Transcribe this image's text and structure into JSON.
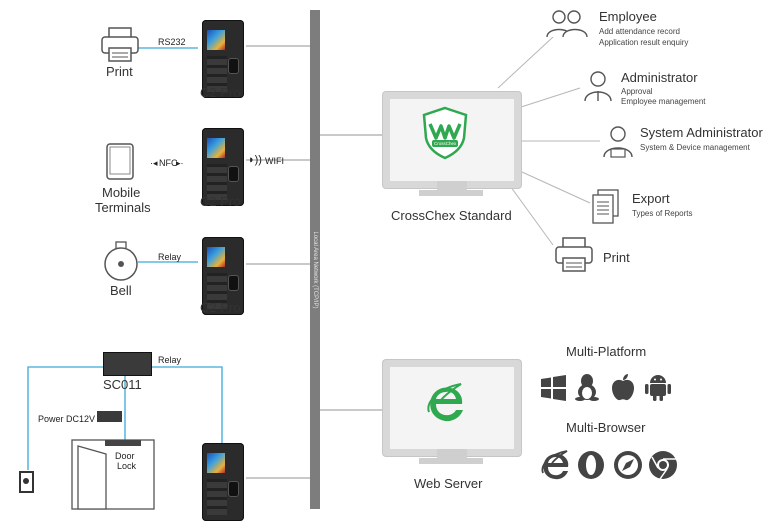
{
  "network": {
    "label": "Local Area Network (TCP/IP)"
  },
  "left_side": {
    "print": {
      "label": "Print",
      "link": "RS232"
    },
    "c2pro_1": {
      "label": "C2 Pro"
    },
    "mobile": {
      "label_line1": "Mobile",
      "label_line2": "Terminals",
      "link": "NFC",
      "wifi": "WIFI"
    },
    "c2pro_2": {
      "label": "C2 Pro"
    },
    "bell": {
      "label": "Bell",
      "link": "Relay"
    },
    "c2pro_3": {
      "label": "C2 Pro"
    },
    "sc011": {
      "label": "SC011",
      "link": "Relay",
      "power": "Power DC12V",
      "door_line1": "Door",
      "door_line2": "Lock"
    }
  },
  "crosschex": {
    "label": "CrossChex Standard",
    "logo_text": "CrossChex",
    "roles": [
      {
        "title": "Employee",
        "line1": "Add attendance record",
        "line2": "Application result enquiry"
      },
      {
        "title": "Administrator",
        "line1": "Approval",
        "line2": "Employee management"
      },
      {
        "title": "System Administrator",
        "line1": "System & Device management"
      },
      {
        "title": "Export",
        "line1": "Types of Reports"
      },
      {
        "title": "Print"
      }
    ]
  },
  "webserver": {
    "label": "Web Server",
    "multi_platform": "Multi-Platform",
    "multi_browser": "Multi-Browser",
    "platform_icons": [
      "windows-icon",
      "linux-icon",
      "apple-icon",
      "android-icon"
    ],
    "browser_icons": [
      "ie-icon",
      "opera-icon",
      "safari-icon",
      "chrome-icon"
    ]
  },
  "colors": {
    "link_line": "#3aa9d8",
    "gray_line": "#b7b7b7",
    "shield_green": "#2fa84f",
    "bus": "#7d7d7d"
  }
}
